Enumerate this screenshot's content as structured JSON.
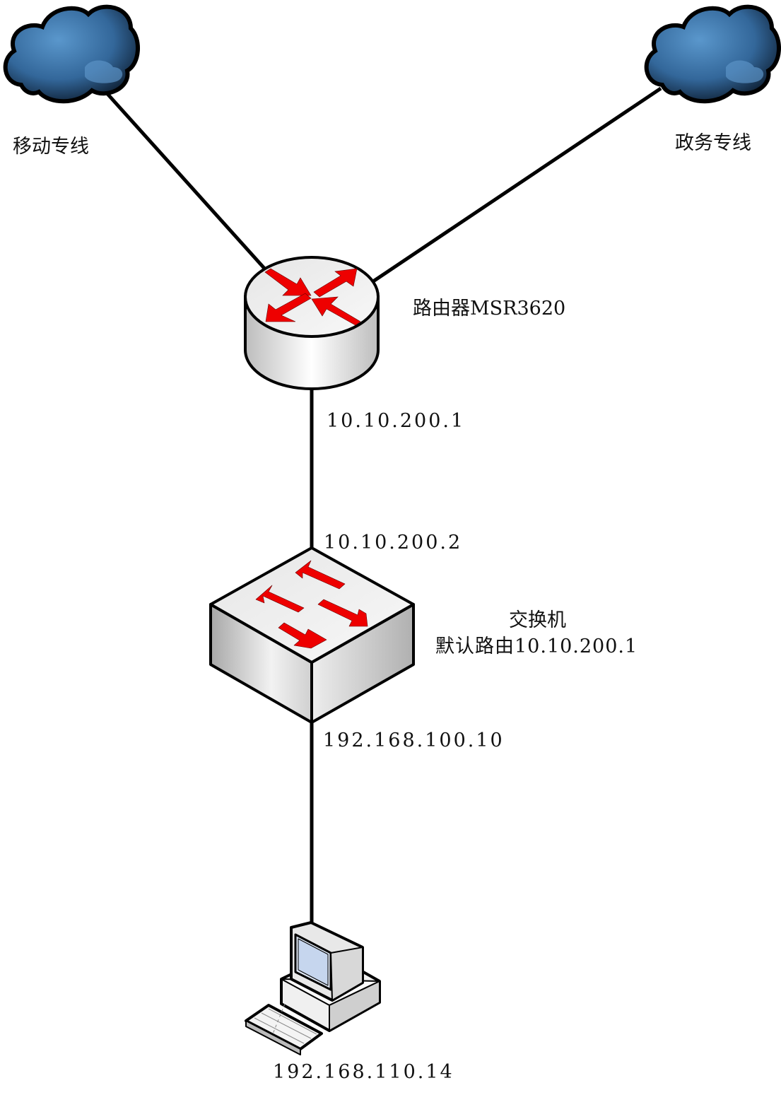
{
  "clouds": {
    "left_label": "移动专线",
    "right_label": "政务专线"
  },
  "router": {
    "label": "路由器MSR3620",
    "ip_down": "10.10.200.1"
  },
  "switch": {
    "ip_up": "10.10.200.2",
    "label": "交换机",
    "default_route": "默认路由10.10.200.1",
    "ip_down": "192.168.100.10"
  },
  "pc": {
    "ip": "192.168.110.14"
  },
  "colors": {
    "arrow": "#ee0000",
    "cloud": "#3f7ab0",
    "link": "#000000"
  }
}
